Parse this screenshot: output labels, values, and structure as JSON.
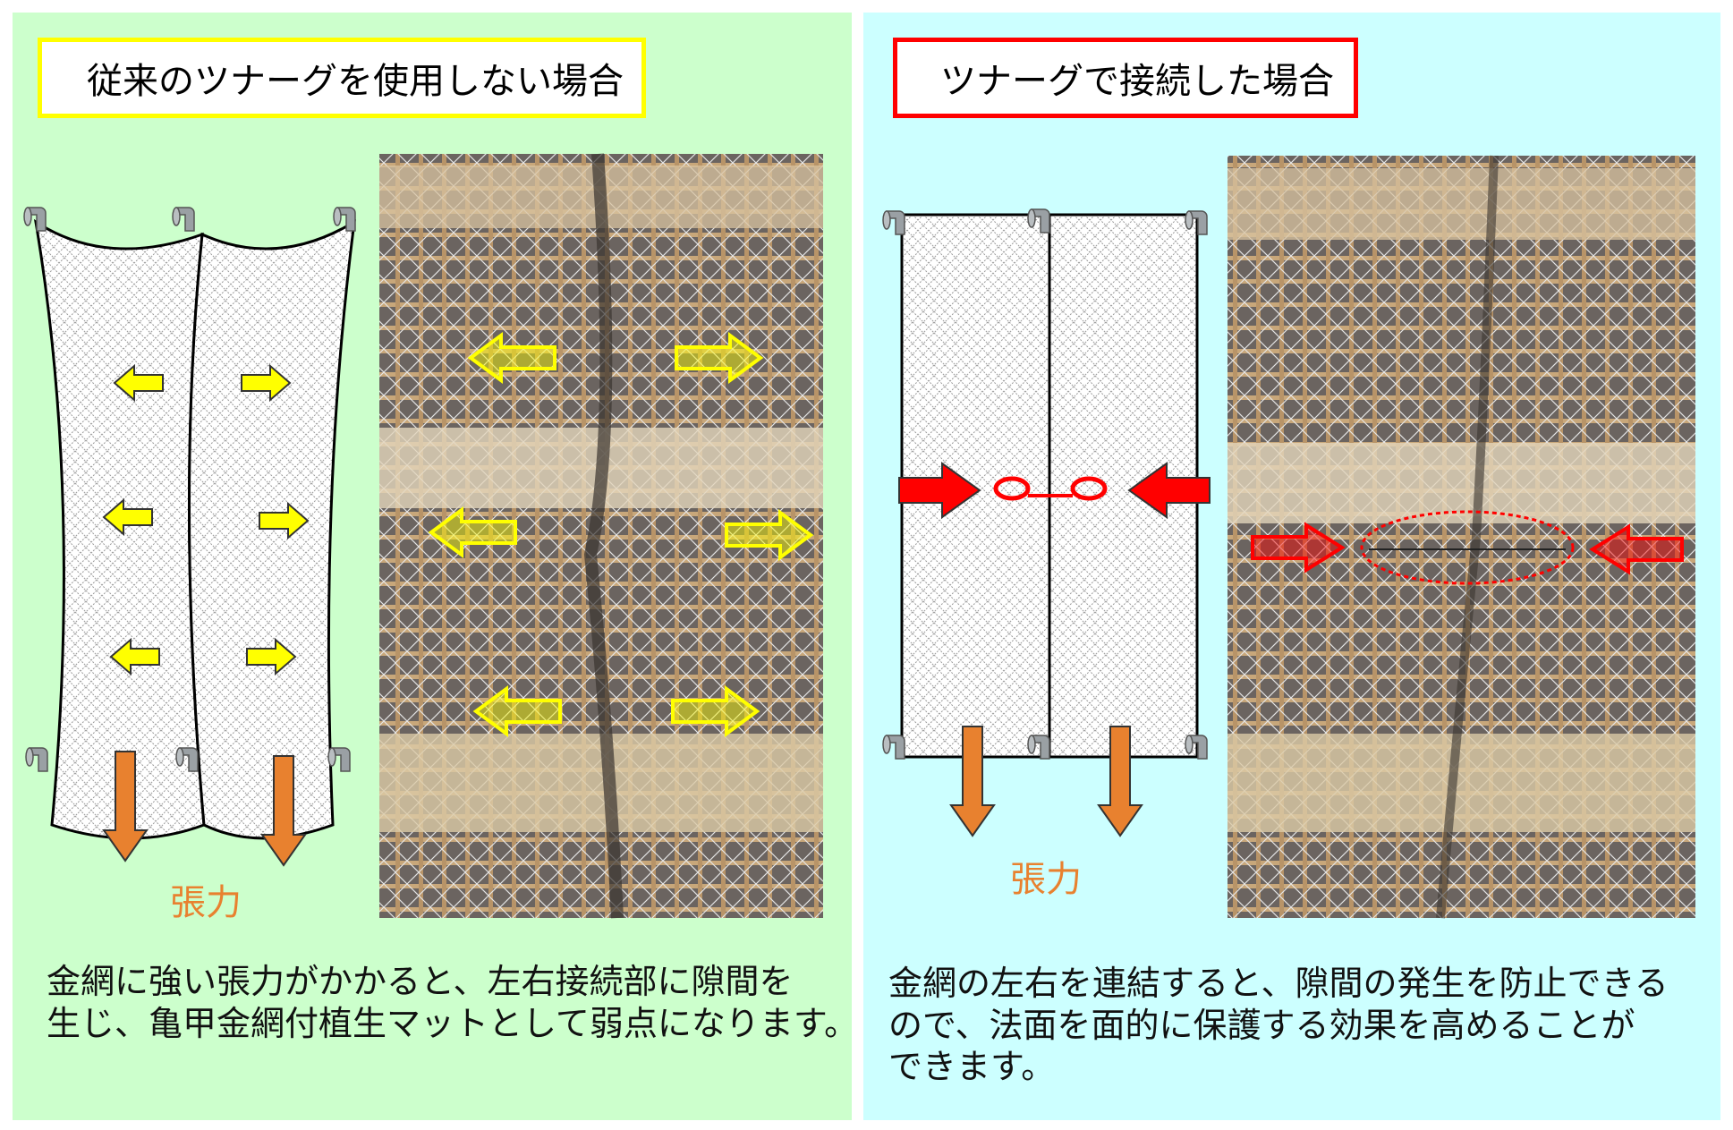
{
  "colors": {
    "left_bg": "#ccffcc",
    "right_bg": "#ccffff",
    "left_title_border": "#ffff00",
    "right_title_border": "#ff0000",
    "tension_arrow": "#e8812f",
    "tension_label": "#e8812f",
    "yellow_arrow": "#ffff00",
    "red_arrow": "#ff0000"
  },
  "left": {
    "title": "従来のツナーグを使用しない場合",
    "tension_label": "張力",
    "caption_lines": [
      "金網に強い張力がかかると、左右接続部に隙間を",
      "生じ、亀甲金網付植生マットとして弱点になります。"
    ]
  },
  "right": {
    "title": "ツナーグで接続した場合",
    "tension_label": "張力",
    "caption_lines": [
      "金網の左右を連結すると、隙間の発生を防止できる",
      "ので、法面を面的に保護する効果を高めることが",
      "できます。"
    ]
  },
  "icons": {
    "clip": "mounting-clip-icon",
    "tension_arrow": "down-arrow-icon",
    "spread_arrow": "outward-arrow-icon",
    "connect_arrow": "inward-arrow-icon",
    "connector": "tsunagu-connector-icon"
  }
}
